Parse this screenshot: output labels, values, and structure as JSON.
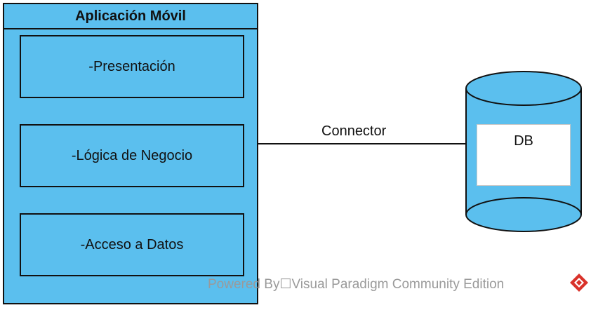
{
  "diagram": {
    "package": {
      "title": "Aplicación Móvil",
      "layers": [
        {
          "label": "-Presentación"
        },
        {
          "label": "-Lógica de Negocio"
        },
        {
          "label": "-Acceso a Datos"
        }
      ]
    },
    "connector": {
      "label": "Connector"
    },
    "database": {
      "label": "DB"
    }
  },
  "watermark": {
    "text": "Powered By☐Visual Paradigm Community Edition"
  },
  "colors": {
    "package_fill": "#5bbfee",
    "outline": "#111111",
    "watermark_text": "#9a9a9a",
    "logo_red": "#d9322a"
  }
}
